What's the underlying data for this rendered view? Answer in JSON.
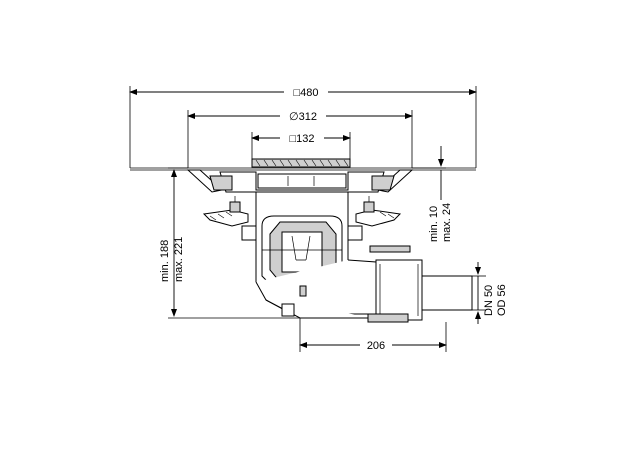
{
  "dimensions": {
    "width_square": "□480",
    "diameter": "∅312",
    "inner_square": "□132",
    "height_min": "min. 188",
    "height_max": "max. 221",
    "offset_min": "min. 10",
    "offset_max": "max. 24",
    "outlet_length": "206",
    "outlet_dn": "DN 50",
    "outlet_od": "OD 56"
  },
  "colors": {
    "line": "#000000",
    "fill": "#ffffff",
    "shade": "#cfcfcf"
  }
}
